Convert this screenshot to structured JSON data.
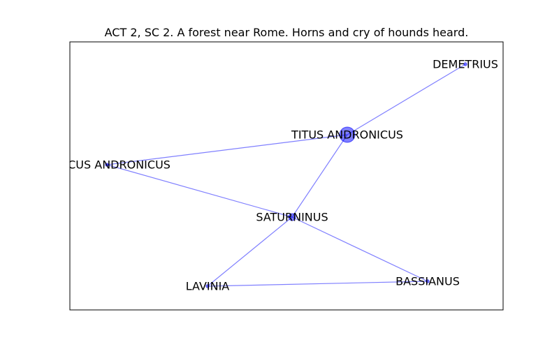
{
  "figure": {
    "title": "ACT 2, SC 2. A forest near Rome. Horns and cry of hounds heard."
  },
  "graph": {
    "nodes": [
      {
        "id": "titus",
        "label": "TITUS ANDRONICUS",
        "size": "large"
      },
      {
        "id": "demetrius",
        "label": "DEMETRIUS",
        "size": "small"
      },
      {
        "id": "marcus",
        "label": "MARCUS ANDRONICUS",
        "size": "small"
      },
      {
        "id": "saturninus",
        "label": "SATURNINUS",
        "size": "medium"
      },
      {
        "id": "lavinia",
        "label": "LAVINIA",
        "size": "small"
      },
      {
        "id": "bassianus",
        "label": "BASSIANUS",
        "size": "small"
      }
    ],
    "edges": [
      [
        "titus",
        "demetrius"
      ],
      [
        "titus",
        "marcus"
      ],
      [
        "titus",
        "saturninus"
      ],
      [
        "marcus",
        "saturninus"
      ],
      [
        "saturninus",
        "lavinia"
      ],
      [
        "saturninus",
        "bassianus"
      ],
      [
        "lavinia",
        "bassianus"
      ]
    ],
    "colors": {
      "node": "#0000ff",
      "edge": "#0000ff"
    }
  }
}
